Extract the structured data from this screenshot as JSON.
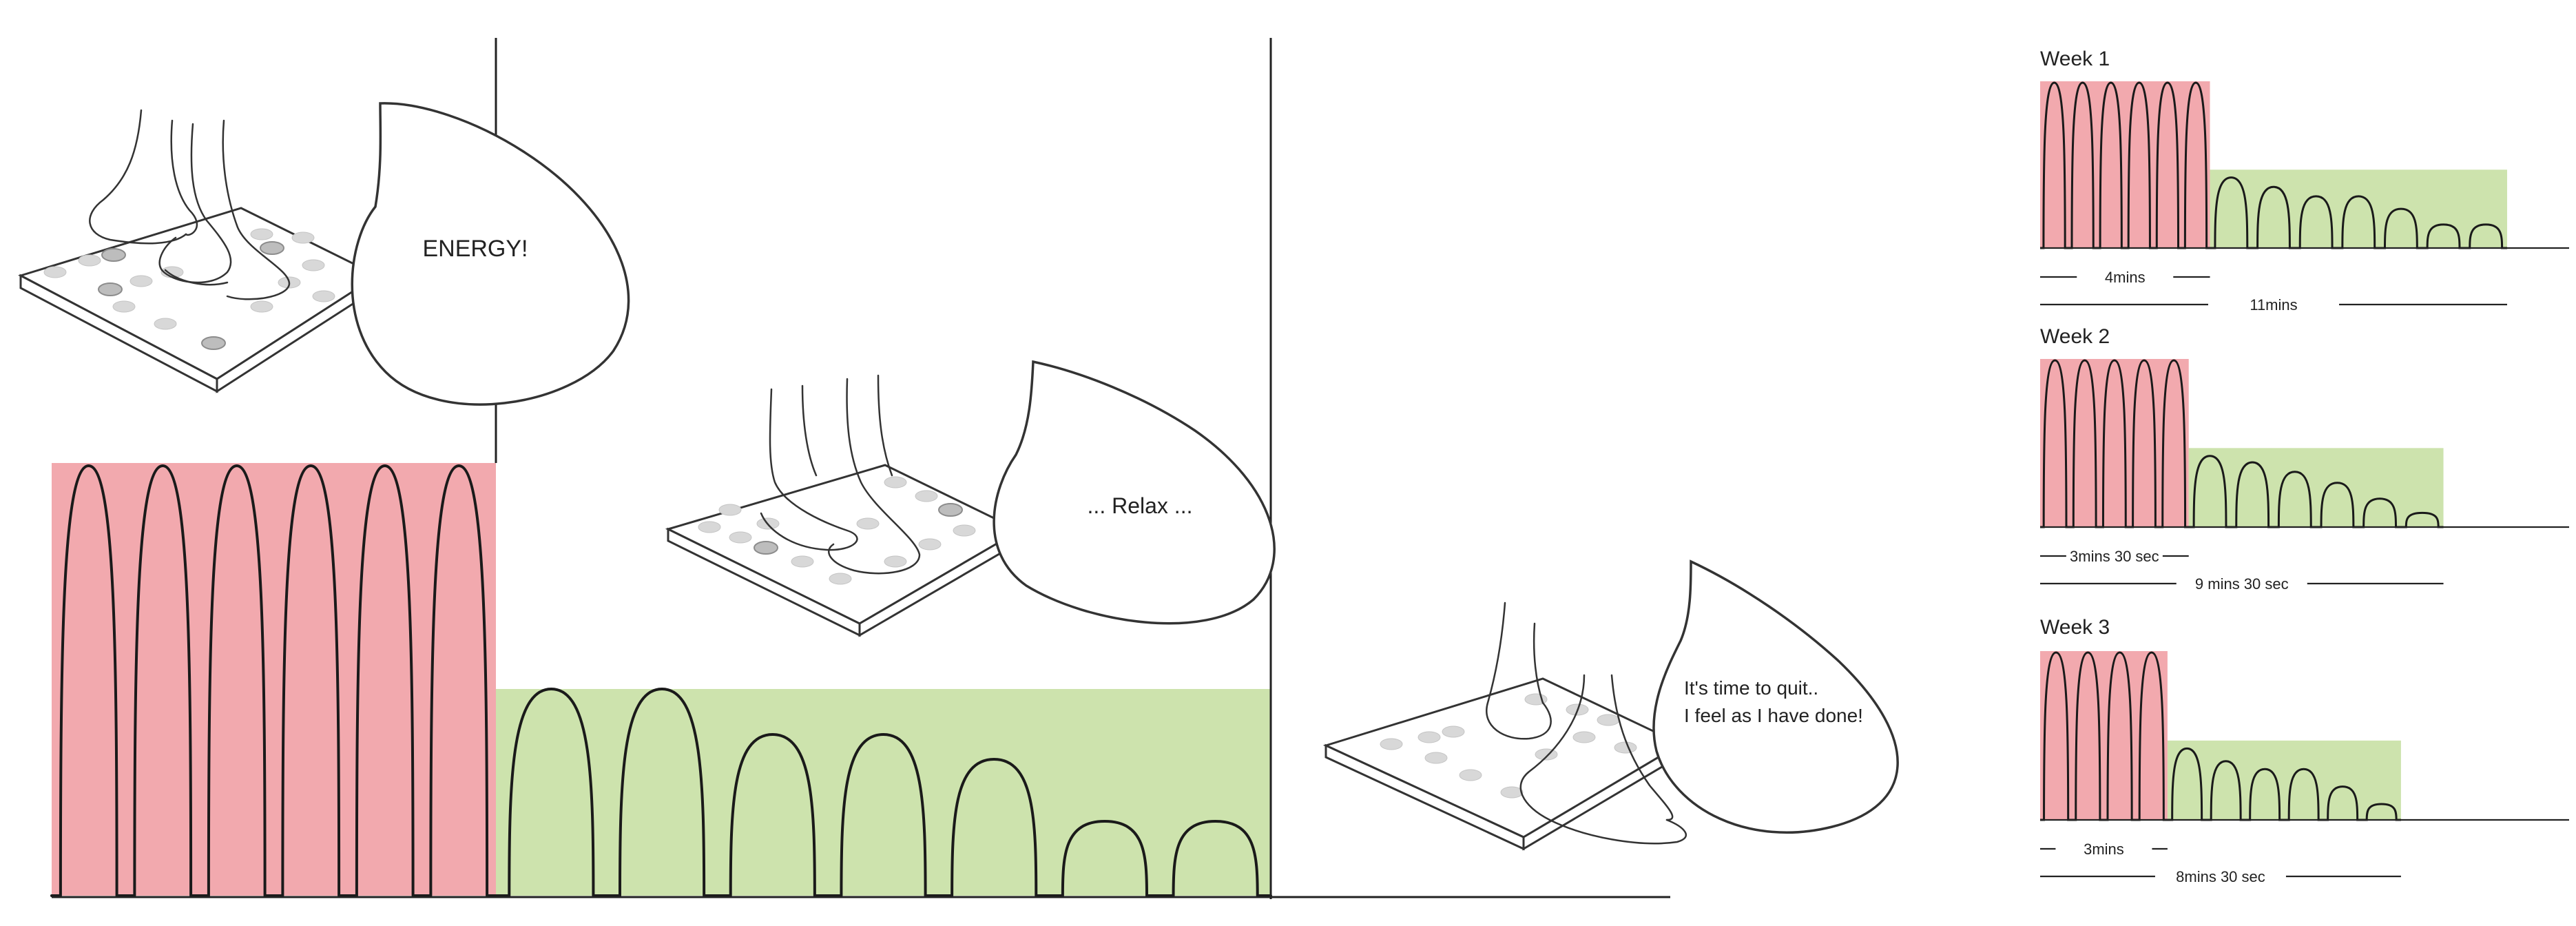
{
  "colors": {
    "energy_fill": "#f2a9ae",
    "relax_fill": "#cde3ad",
    "line": "#1a1a1a"
  },
  "bubbles": {
    "energy": "ENERGY!",
    "relax": "... Relax ...",
    "quit_line1": "It's time to quit..",
    "quit_line2": "I feel as I have done!"
  },
  "main_waveform": {
    "energy_peaks": 6,
    "relax_peak_levels": [
      1.0,
      1.0,
      0.78,
      0.78,
      0.66,
      0.36,
      0.36
    ]
  },
  "weeks": [
    {
      "label": "Week 1",
      "energy_label": "4mins",
      "total_label": "11mins",
      "energy_minutes": 4,
      "total_minutes": 11,
      "energy_peaks": 6,
      "relax_peak_levels": [
        0.9,
        0.78,
        0.66,
        0.66,
        0.5,
        0.3,
        0.3
      ]
    },
    {
      "label": "Week 2",
      "energy_label": "3mins 30 sec",
      "total_label": "9 mins 30 sec",
      "energy_minutes": 3.5,
      "total_minutes": 9.5,
      "energy_peaks": 5,
      "relax_peak_levels": [
        0.9,
        0.82,
        0.7,
        0.56,
        0.36,
        0.18
      ]
    },
    {
      "label": "Week 3",
      "energy_label": "3mins",
      "total_label": "8mins 30 sec",
      "energy_minutes": 3,
      "total_minutes": 8.5,
      "energy_peaks": 4,
      "relax_peak_levels": [
        0.9,
        0.74,
        0.64,
        0.64,
        0.42,
        0.2
      ]
    }
  ]
}
